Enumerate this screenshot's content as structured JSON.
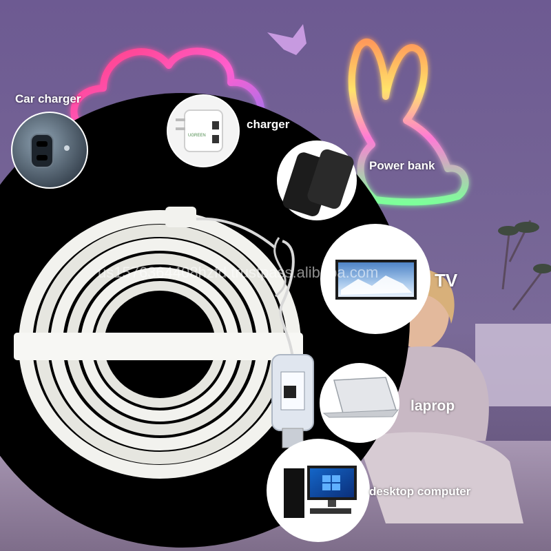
{
  "labels": {
    "car_charger": "Car charger",
    "charger": "charger",
    "power_bank": "Power bank",
    "tv": "TV",
    "laptop": "laprop",
    "desktop": "desktop computer"
  },
  "watermark": "us1576364408hzfd.trustpass.alibaba.com",
  "charger_brand": "UGREEN",
  "colors": {
    "wall": "#6b5a8a",
    "neon_pink": "#ff4fa0",
    "neon_cloud_blue": "#6f7dff",
    "neon_green": "#7dff9a",
    "strip_white": "#f2f2ee",
    "black_disc": "#000000"
  },
  "icons": [
    "car-charger-icon",
    "wall-charger-icon",
    "power-bank-icon",
    "tv-icon",
    "laptop-icon",
    "desktop-computer-icon",
    "usb-controller-icon"
  ]
}
